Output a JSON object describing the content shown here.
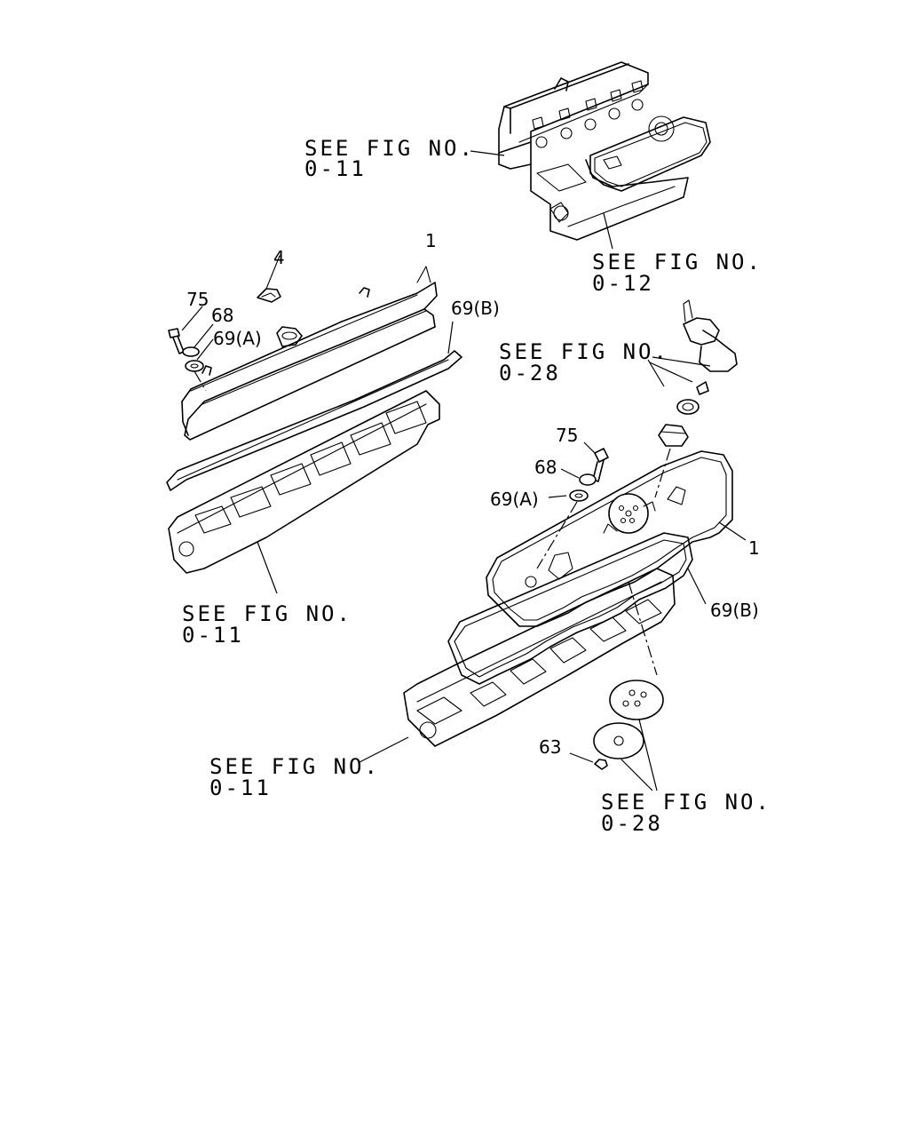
{
  "callouts": {
    "fig_011_top": [
      "SEE FIG NO.",
      "0-11"
    ],
    "fig_012": [
      "SEE FIG NO.",
      "0-12"
    ],
    "fig_028_top": [
      "SEE FIG NO.",
      "0-28"
    ],
    "fig_011_mid": [
      "SEE FIG NO.",
      "0-11"
    ],
    "fig_011_bottom": [
      "SEE FIG NO.",
      "0-11"
    ],
    "fig_028_bottom": [
      "SEE FIG NO.",
      "0-28"
    ]
  },
  "parts": {
    "p1_left": "1",
    "p4": "4",
    "p75_left": "75",
    "p68_left": "68",
    "p69a_left": "69(A)",
    "p69b_left": "69(B)",
    "p75_right": "75",
    "p68_right": "68",
    "p69a_right": "69(A)",
    "p1_right": "1",
    "p69b_right": "69(B)",
    "p63": "63"
  }
}
